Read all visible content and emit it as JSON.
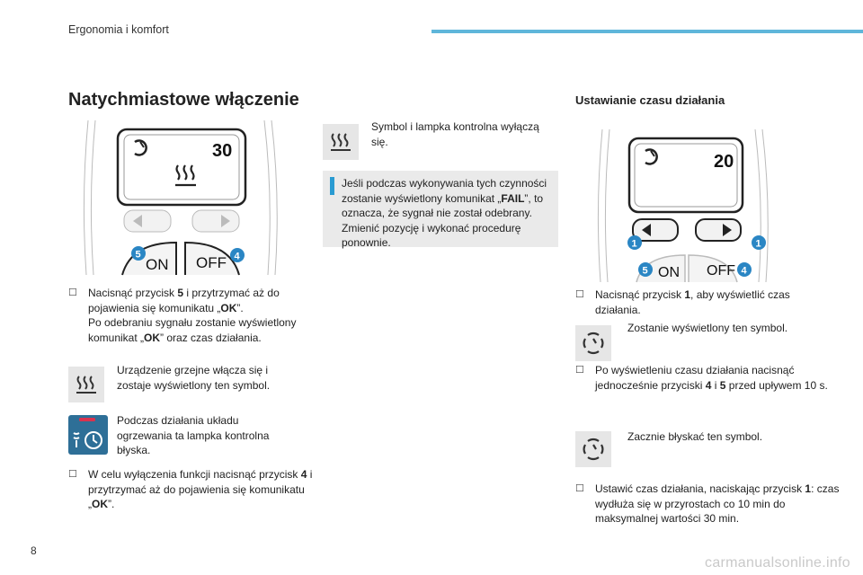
{
  "header": {
    "section": "Ergonomia i komfort"
  },
  "left": {
    "title": "Natychmiastowe włączenie",
    "remote": {
      "display_number": "30",
      "btn_on": "ON",
      "btn_off": "OFF",
      "marker_on": "5",
      "marker_off": "4"
    },
    "step1": {
      "a": "Nacisnąć przycisk ",
      "b1": "5",
      "c": " i przytrzymać aż do pojawienia się komunikatu „",
      "b2": "OK",
      "d": "”.",
      "e": "Po odebraniu sygnału zostanie wyświetlony komunikat „",
      "b3": "OK",
      "f": "” oraz czas działania."
    },
    "note1": "Urządzenie grzejne włącza się i zostaje wyświetlony ten symbol.",
    "note2": "Podczas działania układu ogrzewania ta lampka kontrolna błyska.",
    "step2": {
      "a": "W celu wyłączenia funkcji nacisnąć przycisk ",
      "b1": "4",
      "c": " i przytrzymać aż do pojawienia się komunikatu „",
      "b2": "OK",
      "d": "”."
    }
  },
  "middle": {
    "note": "Symbol i lampka kontrolna wyłączą się.",
    "info": {
      "a": "Jeśli podczas wykonywania tych czynności zostanie wyświetlony komunikat „",
      "b": "FAIL",
      "c": "”, to oznacza, że sygnał nie został odebrany. Zmienić pozycję i wykonać procedurę ponownie."
    }
  },
  "right": {
    "title": "Ustawianie czasu działania",
    "remote": {
      "display_number": "20",
      "btn_on": "ON",
      "btn_off": "OFF",
      "marker_left": "1",
      "marker_right": "1",
      "marker_on": "5",
      "marker_off": "4"
    },
    "step1": {
      "a": "Nacisnąć przycisk ",
      "b": "1",
      "c": ", aby wyświetlić czas działania."
    },
    "note1": "Zostanie wyświetlony ten symbol.",
    "step2": {
      "a": "Po wyświetleniu czasu działania nacisnąć jednocześnie przyciski ",
      "b1": "4",
      "c": " i ",
      "b2": "5",
      "d": " przed upływem 10 s."
    },
    "note2": "Zacznie błyskać ten symbol.",
    "step3": {
      "a": "Ustawić czas działania, naciskając przycisk ",
      "b": "1",
      "c": ": czas wydłuża się w przyrostach co 10 min do maksymalnej wartości 30 min."
    }
  },
  "page_number": "8",
  "footer": "carmanualsonline.info",
  "colors": {
    "accent_bar": "#5fb6da",
    "info_marker": "#2a9bd2",
    "warning_lamp_bg": "#2e6f97",
    "marker_blue": "#2a86c4"
  }
}
